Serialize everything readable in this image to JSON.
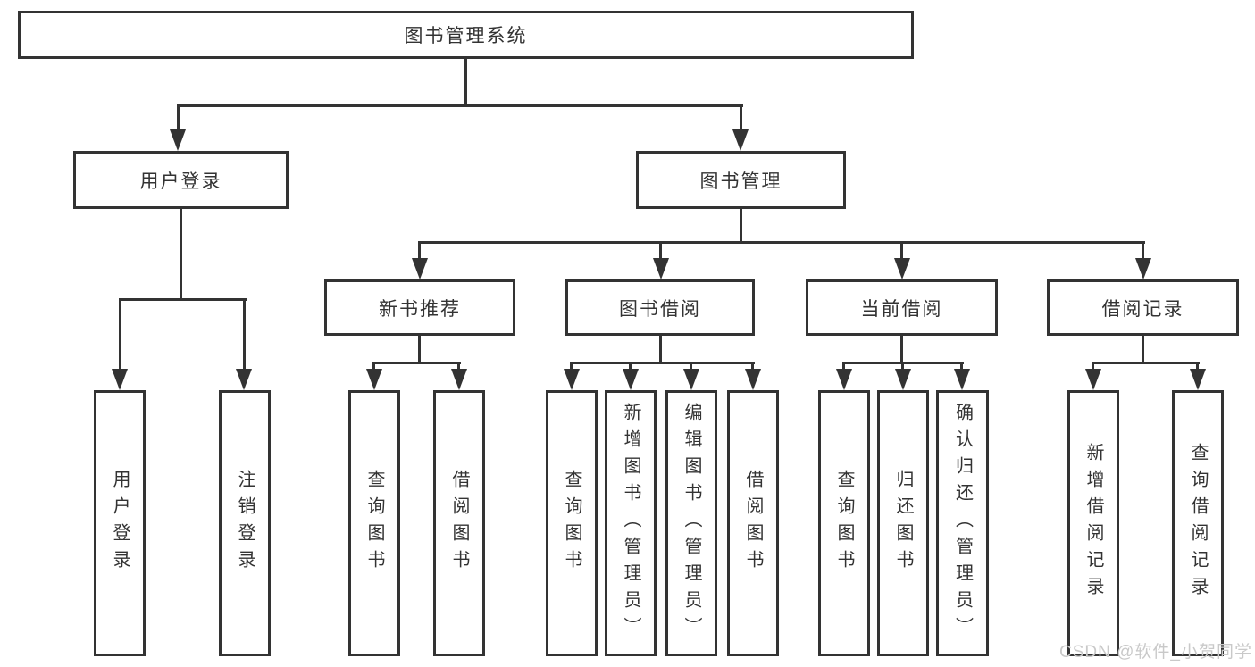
{
  "diagram": {
    "root": {
      "label": "图书管理系统"
    },
    "level2": [
      {
        "label": "用户登录",
        "children": [
          "用户登录",
          "注销登录"
        ]
      },
      {
        "label": "图书管理",
        "children": [
          {
            "label": "新书推荐",
            "children": [
              "查询图书",
              "借阅图书"
            ]
          },
          {
            "label": "图书借阅",
            "children": [
              "查询图书",
              "新增图书（管理员）",
              "编辑图书（管理员）",
              "借阅图书"
            ]
          },
          {
            "label": "当前借阅",
            "children": [
              "查询图书",
              "归还图书",
              "确认归还（管理员）"
            ]
          },
          {
            "label": "借阅记录",
            "children": [
              "新增借阅记录",
              "查询借阅记录"
            ]
          }
        ]
      }
    ]
  },
  "watermark": {
    "text": "CSDN @软件_小贺同学"
  },
  "colors": {
    "line": "#333333",
    "text": "#333333",
    "background": "#ffffff",
    "watermark": "#c9c9c9"
  }
}
